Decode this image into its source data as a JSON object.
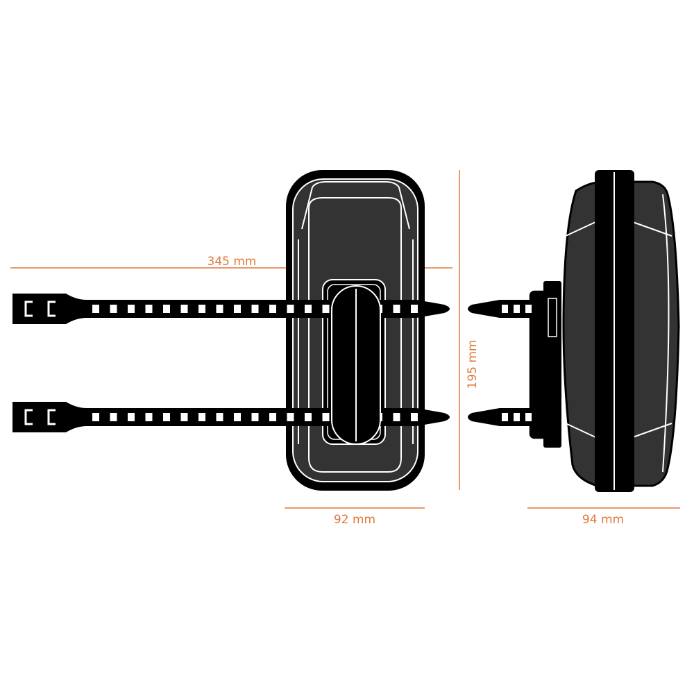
{
  "colors": {
    "accent": "#e0783a",
    "body": "#333333",
    "outline": "#000000",
    "line": "#ffffff"
  },
  "dimensions": {
    "length": "345 mm",
    "height": "195 mm",
    "front_width": "92 mm",
    "side_depth": "94 mm"
  }
}
